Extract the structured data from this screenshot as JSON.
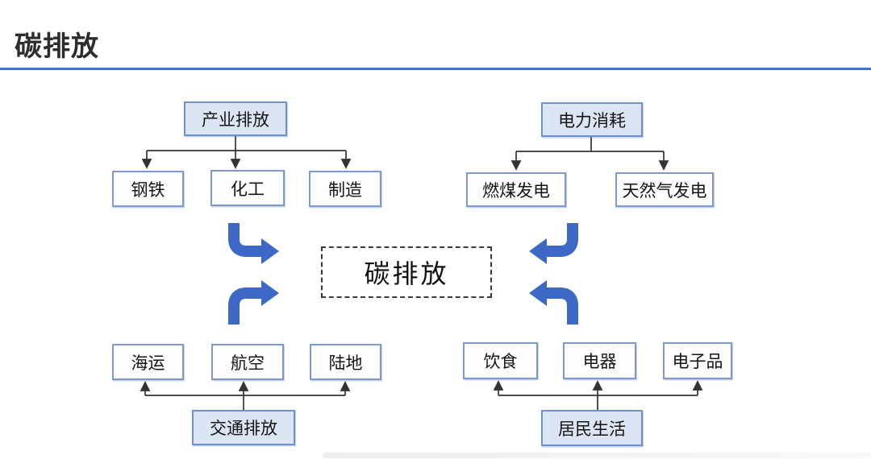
{
  "title": "碳排放",
  "center_node": {
    "label": "碳排放"
  },
  "groups": {
    "industry": {
      "parent": "产业排放",
      "children": [
        "钢铁",
        "化工",
        "制造"
      ]
    },
    "power": {
      "parent": "电力消耗",
      "children": [
        "燃煤发电",
        "天然气发电"
      ]
    },
    "transport": {
      "parent": "交通排放",
      "children": [
        "海运",
        "航空",
        "陆地"
      ]
    },
    "residential": {
      "parent": "居民生活",
      "children": [
        "饮食",
        "电器",
        "电子品"
      ]
    }
  },
  "icons": {
    "flow_arrows": [
      {
        "name": "elbow-arrow-top-left",
        "direction": "down-then-right"
      },
      {
        "name": "elbow-arrow-bottom-left",
        "direction": "up-then-right"
      },
      {
        "name": "elbow-arrow-top-right",
        "direction": "down-then-left"
      },
      {
        "name": "elbow-arrow-bottom-right",
        "direction": "up-then-left"
      }
    ]
  },
  "colors": {
    "accent_rule": "#4472C4",
    "flow_arrow_blue": "#3D68C5",
    "parent_box_fill": "#DBE5F3",
    "box_border": "#7D9AD0",
    "connector_line": "#333333",
    "title_text": "#2D2D2D"
  }
}
